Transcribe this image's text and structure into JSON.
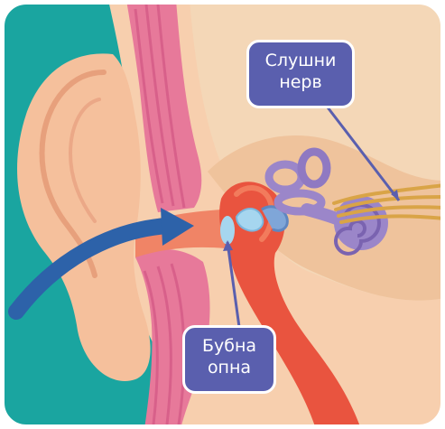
{
  "labels": {
    "nerve": {
      "line1": "Слушни",
      "line2": "нерв"
    },
    "eardrum": {
      "line1": "Бубна",
      "line2": "опна"
    }
  },
  "colors": {
    "background_teal": "#1aa5a0",
    "skin": "#f7cfae",
    "skin_dark": "#eeb48e",
    "inner_beige": "#f4d7b7",
    "cartilage_pink": "#e7799a",
    "canal_red": "#e9543f",
    "eardrum_blue": "#a6d6ef",
    "cochlea_purple": "#9b86c9",
    "nerve_gold": "#d9a447",
    "arrow_blue": "#2d62a9",
    "label_fill": "#5a5fae",
    "pointer_line": "#5a5fae"
  },
  "icons": {
    "sound_arrow": "arrow-right-curved-icon"
  }
}
